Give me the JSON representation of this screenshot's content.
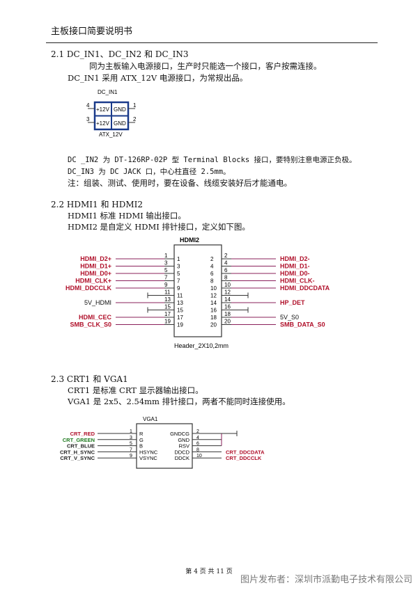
{
  "header": {
    "title": "主板接口简要说明书"
  },
  "s1": {
    "heading": "2.1    DC_IN1、DC_IN2 和 DC_IN3",
    "p1": "同为主板输入电源接口，生产时只能选一个接口，客户按需连接。",
    "p2": "DC_IN1 采用 ATX_12V 电源接口，为常规出品。",
    "diagram": {
      "ref": "DC_IN1",
      "part": "ATX_12V",
      "cells": [
        "+12V",
        "GND",
        "+12V",
        "GND"
      ],
      "pins": [
        "4",
        "1",
        "3",
        "2"
      ]
    },
    "p3": "DC _IN2 为 DT-126RP-02P 型 Terminal Blocks 接口，要特别注意电源正负极。",
    "p4": "DC_IN3 为 DC JACK 口，中心柱直径 2.5mm。",
    "p5": "注：组装、测试、使用时，要在设备、线缆安装好后才能通电。"
  },
  "s2": {
    "heading": "2.2    HDMI1  和  HDMI2",
    "p1": "HDMI1 标准  HDMI  输出接口。",
    "p2": "HDMI2  是自定义  HDMI  排针接口，定义如下图。",
    "diagram": {
      "ref": "HDMI2",
      "part": "Header_2X10,2mm",
      "left_pins": [
        "1",
        "3",
        "5",
        "7",
        "9",
        "11",
        "13",
        "15",
        "17",
        "19"
      ],
      "right_pins": [
        "2",
        "4",
        "6",
        "8",
        "10",
        "12",
        "14",
        "16",
        "18",
        "20"
      ],
      "left_signals": [
        "HDMI_D2+",
        "HDMI_D1+",
        "HDMI_D0+",
        "HDMI_CLK+",
        "HDMI_DDCCLK",
        "",
        "5V_HDMI",
        "",
        "HDMI_CEC",
        "SMB_CLK_S0"
      ],
      "right_signals": [
        "HDMI_D2-",
        "HDMI_D1-",
        "HDMI_D0-",
        "HDMI_CLK-",
        "HDMI_DDCDATA",
        "",
        "HP_DET",
        "",
        "5V_S0",
        "SMB_DATA_S0"
      ]
    }
  },
  "s3": {
    "heading": "2.3    CRT1  和  VGA1",
    "p1": "CRT1  是标准  CRT  显示器输出接口。",
    "p2": "VGA1  是 2x5、2.54mm 排针接口，两者不能同时连接使用。",
    "diagram": {
      "ref": "VGA1",
      "left_signals": [
        "CRT_RED",
        "CRT_GREEN",
        "CRT_BLUE",
        "CRT_H_SYNC",
        "CRT_V_SYNC"
      ],
      "left_inner": [
        "R",
        "G",
        "B",
        "HSYNC",
        "VSYNC"
      ],
      "left_pins": [
        "1",
        "3",
        "5",
        "7",
        "9"
      ],
      "right_inner": [
        "GNDCG",
        "GND",
        "RSV",
        "DDCD",
        "DDCK"
      ],
      "right_pins": [
        "2",
        "4",
        "6",
        "8",
        "10"
      ],
      "right_signals": [
        "",
        "",
        "",
        "CRT_DDCDATA",
        "CRT_DDCCLK"
      ]
    }
  },
  "footer": {
    "page": "第 4 页 共 11 页"
  },
  "watermark": "图片发布者：深圳市派勤电子技术有限公司",
  "colors": {
    "signal_red": "#b0102a",
    "signal_green": "#1f7a1f",
    "wire": "#8a1f5a"
  }
}
